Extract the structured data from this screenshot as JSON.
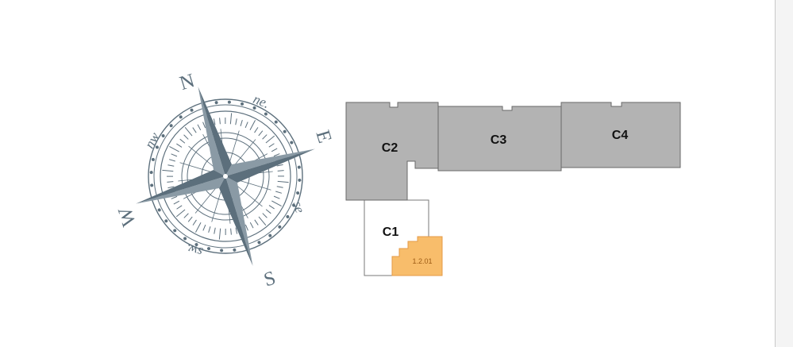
{
  "compass": {
    "north": "N",
    "south": "S",
    "east": "E",
    "west": "W",
    "northeast": "ne.",
    "northwest": "nw",
    "southeast": "se",
    "southwest": "sw.",
    "color": "#5c6f7c"
  },
  "floor_plan": {
    "blocks": [
      {
        "id": "c1",
        "label": "C1",
        "color": "#ffffff"
      },
      {
        "id": "c2",
        "label": "C2",
        "color": "#b3b3b3"
      },
      {
        "id": "c3",
        "label": "C3",
        "color": "#b3b3b3"
      },
      {
        "id": "c4",
        "label": "C4",
        "color": "#b3b3b3"
      }
    ],
    "units": [
      {
        "id": "1.2.01",
        "label": "1.2.01",
        "color": "#f8bd6b",
        "highlighted": true
      }
    ]
  }
}
